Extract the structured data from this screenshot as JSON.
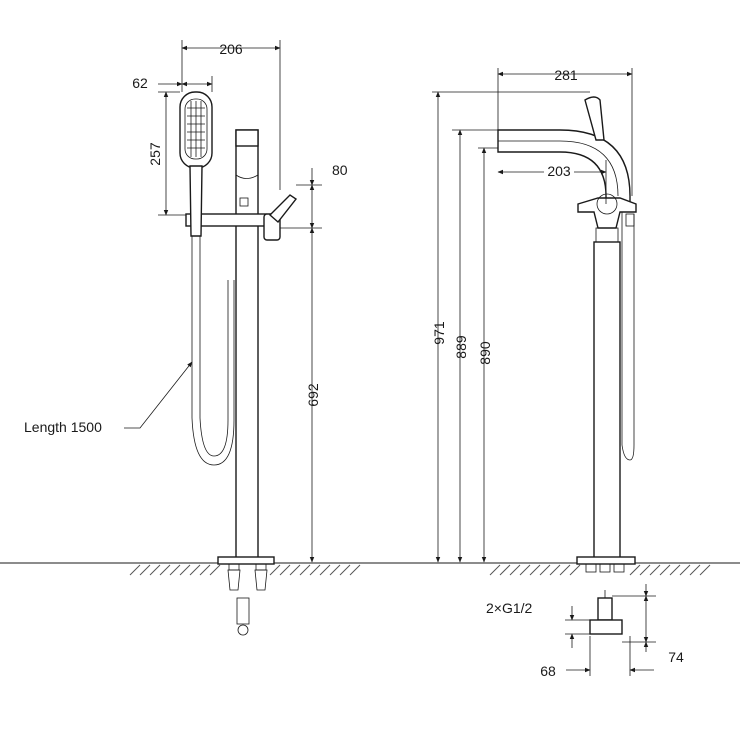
{
  "labels": {
    "left_width_overall": "206",
    "left_head_width": "62",
    "left_head_height": "257",
    "left_lever_height": "80",
    "left_outlet_height": "692",
    "hose_length": "Length 1500",
    "right_width_overall": "281",
    "right_spout_reach": "203",
    "right_total_height": "971",
    "right_height_a": "889",
    "right_height_b": "890",
    "right_connection": "2×G1/2",
    "right_conn_width": "68",
    "right_conn_height": "74"
  }
}
